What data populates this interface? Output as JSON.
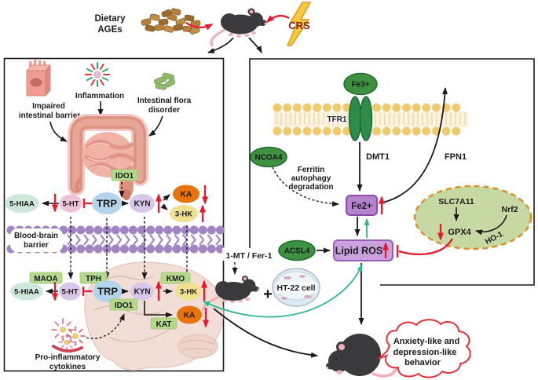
{
  "top": {
    "dietary_line1": "Dietary",
    "dietary_line2": "AGEs",
    "crs": "CRS"
  },
  "left": {
    "impaired_line1": "Impaired",
    "impaired_line2": "intestinal barrier",
    "inflammation": "Inflammation",
    "flora_line1": "Intestinal flora",
    "flora_line2": "disorder",
    "ido1_gut": "IDO1",
    "gut": {
      "hiaa": "5-HIAA",
      "ht": "5-HT",
      "trp": "TRP",
      "kyn": "KYN",
      "ka": "KA",
      "hk": "3-HK"
    },
    "bbb_line1": "Blood-brain",
    "bbb_line2": "barrier",
    "brain": {
      "maoa": "MAOA",
      "hiaa": "5-HIAA",
      "ht": "5-HT",
      "tph": "TPH",
      "trp": "TRP",
      "ido1": "IDO1",
      "kyn": "KYN",
      "kmo": "KMO",
      "hk": "3-HK",
      "kat": "KAT",
      "ka": "KA"
    },
    "cytokines_line1": "Pro-inflammatory",
    "cytokines_line2": "cytokines"
  },
  "right": {
    "fe3": "Fe3+",
    "tfr1": "TFR1",
    "dmt1": "DMT1",
    "fpn1": "FPN1",
    "ncoa4": "NCOA4",
    "ferritin_line1": "Ferritin",
    "ferritin_line2": "autophagy",
    "ferritin_line3": "degradation",
    "fe2": "Fe2+",
    "slc7a11": "SLC7A11",
    "nrf2": "Nrf2",
    "gpx4": "GPX4",
    "ho1": "HO-1",
    "acsl4": "ACSL4",
    "lipid_ros": "Lipid ROS"
  },
  "treatment": {
    "label": "1-MT / Fer-1",
    "plus": "+",
    "ht22": "HT-22 cell"
  },
  "outcome": {
    "line1": "Anxiety-like and",
    "line2": "depression-like",
    "line3": "behavior"
  },
  "colors": {
    "accent_red": "#e8192c",
    "teal": "#2fb795",
    "enzyme_green": "#b4d98c",
    "dark_green": "#3d9140",
    "fe2_purple": "#b583cd",
    "lipid_ros_purple": "#c9a2dd",
    "membrane_yellow": "#eecb70",
    "bbb_purple": "#a184c2",
    "gpx4_region_green": "#c7d9a3",
    "region_border_orange": "#da9330",
    "cloud_red": "#e8303a",
    "lightning_yellow": "#f7c93e",
    "mouse_gray": "#3a3a3c"
  }
}
